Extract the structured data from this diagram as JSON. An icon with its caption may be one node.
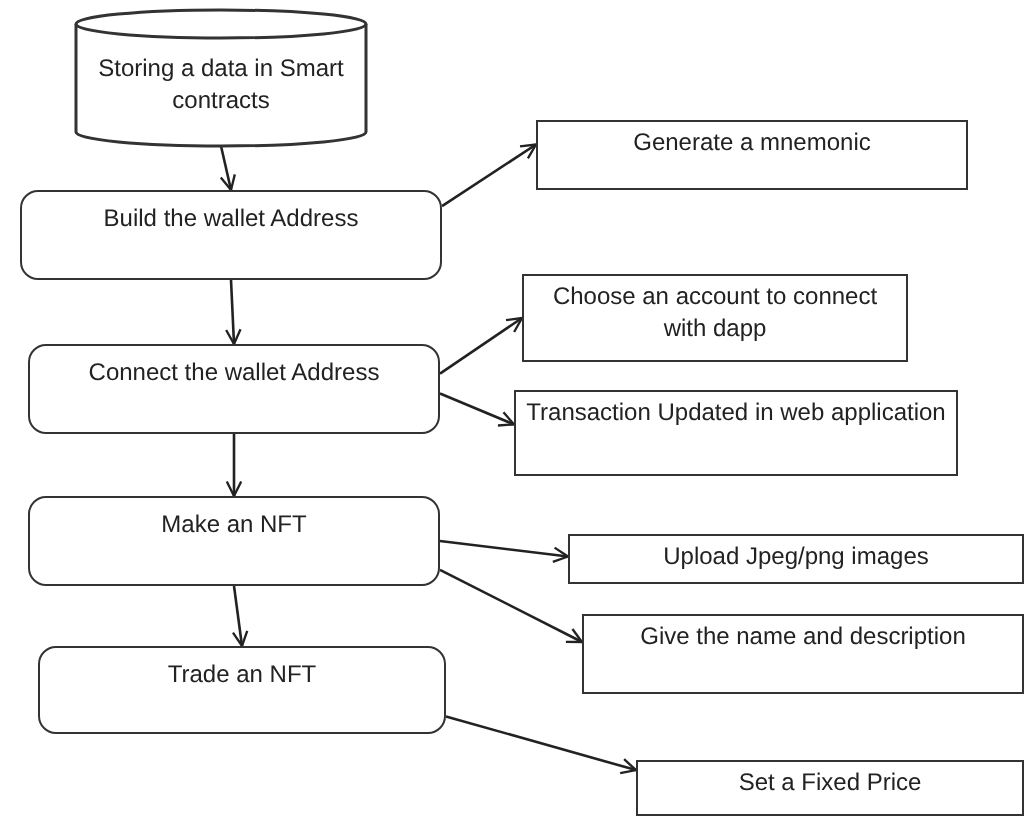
{
  "diagram": {
    "nodes": [
      {
        "text": [
          "Storing a data in Smart contracts"
        ]
      },
      {
        "text": [
          "Build the wallet Address"
        ]
      },
      {
        "text": [
          "Connect the wallet Address"
        ]
      },
      {
        "text": [
          "Make an NFT"
        ]
      },
      {
        "text": [
          "Trade an NFT"
        ]
      },
      {
        "text": [
          "Generate a mnemonic"
        ]
      },
      {
        "text": [
          "Choose an account to connect with dapp"
        ]
      },
      {
        "text": [
          "Transaction Updated in web application"
        ]
      },
      {
        "text": [
          "Upload Jpeg/png images"
        ]
      },
      {
        "text": [
          "Give the name and description"
        ]
      },
      {
        "text": [
          "Set a Fixed Price"
        ]
      }
    ],
    "edges": [
      {
        "from": 0,
        "to": 1,
        "arrow": "to"
      },
      {
        "from": 1,
        "to": 5,
        "arrow": "to"
      },
      {
        "from": 1,
        "to": 2,
        "arrow": "to"
      },
      {
        "from": 2,
        "to": 6,
        "arrow": "to"
      },
      {
        "from": 2,
        "to": 7,
        "arrow": "to"
      },
      {
        "from": 2,
        "to": 3,
        "arrow": "to"
      },
      {
        "from": 3,
        "to": 8,
        "arrow": "to"
      },
      {
        "from": 3,
        "to": 9,
        "arrow": "to"
      },
      {
        "from": 3,
        "to": 4,
        "arrow": "to"
      },
      {
        "from": 4,
        "to": 10,
        "arrow": "to"
      }
    ]
  }
}
